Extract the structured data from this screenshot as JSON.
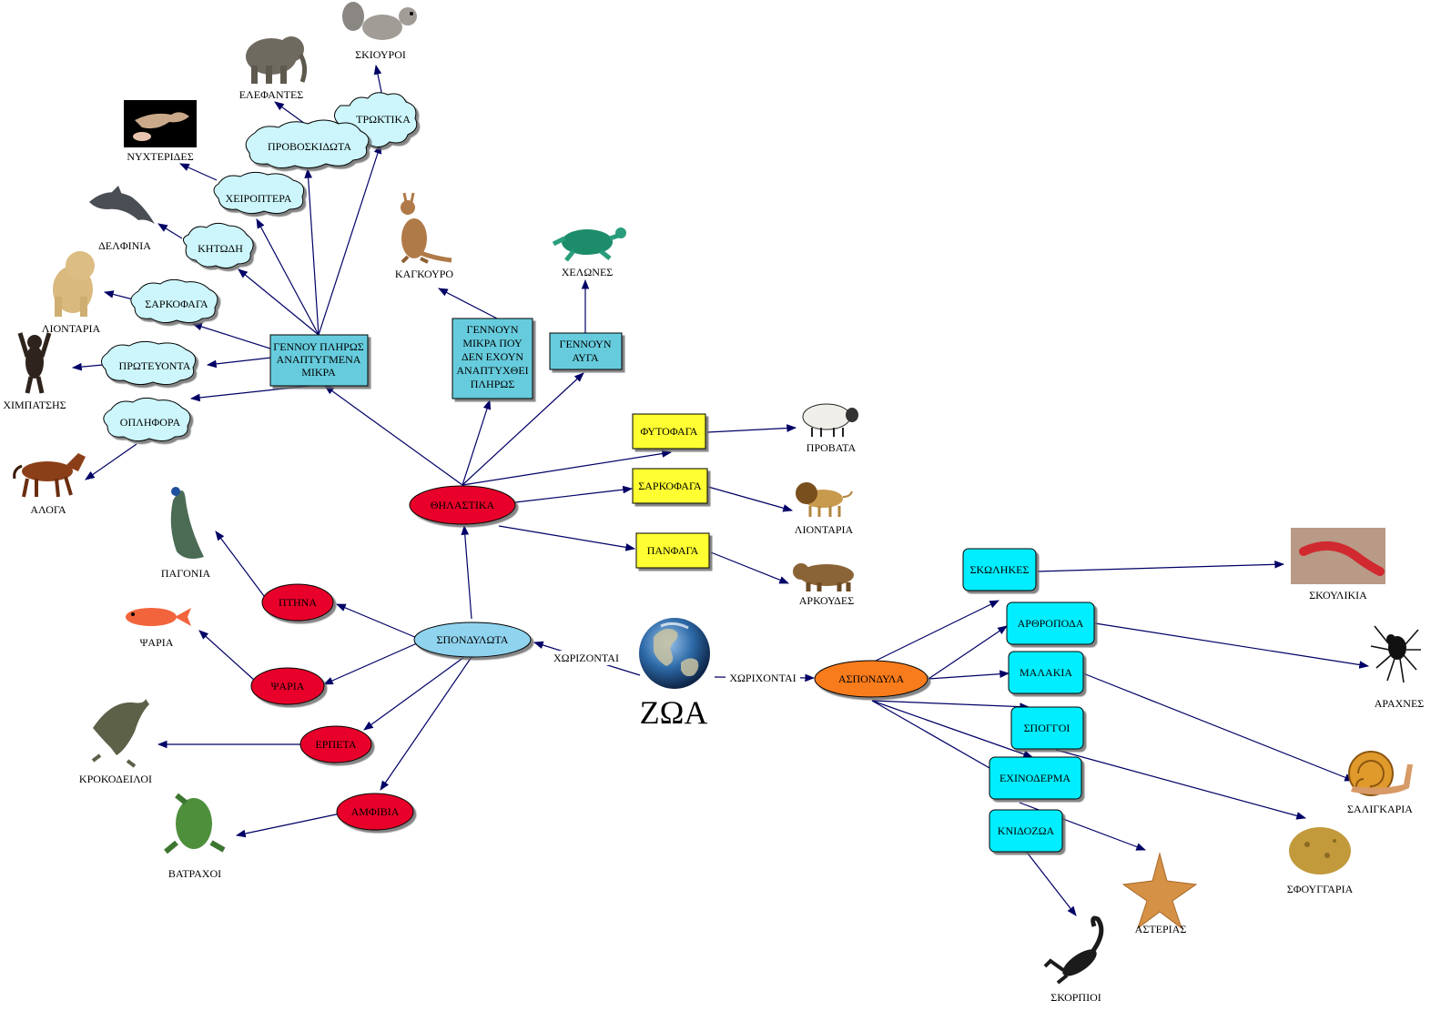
{
  "center": {
    "title": "ΖΩΑ",
    "icon": "earth-globe-icon"
  },
  "edges_text": {
    "divide_left": "ΧΩΡΙΖΟΝΤΑΙ",
    "divide_right": "ΧΩΡΙΧΟΝΤΑΙ"
  },
  "groups": {
    "vertebrates": "ΣΠΟΝΔΥΛΩΤΑ",
    "invertebrates": "ΑΣΠΟΝΔΥΛΑ"
  },
  "vertebrate_classes": {
    "mammals": "ΘΗΛΑΣΤΙΚΑ",
    "birds": "ΠΤΗΝΑ",
    "fish": "ΨΑΡΙΑ",
    "reptiles": "ΕΡΠΕΤΑ",
    "amphibians": "ΑΜΦΙΒΙΑ"
  },
  "mammal_groups": {
    "placental": [
      "ΓΕΝΝΟΥ ΠΛΗΡΩΣ",
      "ΑΝΑΠΤΥΓΜΕΝΑ",
      "ΜΙΚΡΑ"
    ],
    "marsupial": [
      "ΓΕΝΝΟΥΝ",
      "ΜΙΚΡΑ ΠΟΥ",
      "ΔΕΝ ΕΧΟΥΝ",
      "ΑΝΑΠΤΥΧΘΕΙ",
      "ΠΛΗΡΩΣ"
    ],
    "egg_laying": [
      "ΓΕΝΝΟΥΝ",
      "ΑΥΓΑ"
    ]
  },
  "diets": {
    "herbivores": "ΦΥΤΟΦΑΓΑ",
    "carnivores": "ΣΑΡΚΟΦΑΓΑ",
    "omnivores": "ΠΑΝΦΑΓΑ"
  },
  "orders": {
    "rodents": "ΤΡΩΚΤΙΚΑ",
    "proboscideans": "ΠΡΟΒΟΣΚΙΔΩΤΑ",
    "chiroptera": "ΧΕΙΡΟΠΤΕΡΑ",
    "cetaceans": "ΚΗΤΩΔΗ",
    "carnivora": "ΣΑΡΚΟΦΑΓΑ",
    "primates": "ΠΡΩΤΕΥΟΝΤΑ",
    "ungulates": "ΟΠΛΗΦΟΡΑ"
  },
  "invertebrate_phyla": {
    "worms": "ΣΚΩΛΗΚΕΣ",
    "arthropods": "ΑΡΘΡΟΠΟΔΑ",
    "molluscs": "ΜΑΛΑΚΙΑ",
    "sponges": "ΣΠΟΓΓΟΙ",
    "echinoderms": "ΕΧΙΝΟΔΕΡΜΑ",
    "cnidarians": "ΚΝΙΔΟΖΩΑ"
  },
  "examples": {
    "squirrels": "ΣΚΙΟΥΡΟΙ",
    "elephants": "ΕΛΕΦΑΝΤΕΣ",
    "bats": "ΝΥΧΤΕΡΙΔΕΣ",
    "dolphins": "ΔΕΛΦΙΝΙΑ",
    "lions_top": "ΛΙΟΝΤΑΡΙΑ",
    "chimps": "ΧΙΜΠΑΤΣΗΣ",
    "horses": "ΑΛΟΓΑ",
    "kangaroo": "ΚΑΓΚΟΥΡΟ",
    "turtles": "ΧΕΛΩΝΕΣ",
    "sheep": "ΠΡΟΒΑΤΑ",
    "lions_diet": "ΛΙΟΝΤΑΡΙΑ",
    "bears": "ΑΡΚΟΥΔΕΣ",
    "peacocks": "ΠΑΓΟΝΙΑ",
    "fish_ex": "ΨΑΡΙΑ",
    "crocodiles": "ΚΡΟΚΟΔΕΙΛΟΙ",
    "frogs": "ΒΑΤΡΑΧΟΙ",
    "earthworms": "ΣΚΟΥΛΙΚΙΑ",
    "spiders": "ΑΡΑΧΝΕΣ",
    "snails": "ΣΑΛΙΓΚΑΡΙΑ",
    "bath_sponge": "ΣΦΟΥΓΓΑΡΙΑ",
    "starfish": "ΑΣΤΕΡΙΑΣ",
    "scorpions": "ΣΚΟΡΠΙΟΙ"
  },
  "colors": {
    "red_node": "#e8002a",
    "blue_oval": "#8fd3ee",
    "orange_oval": "#f97b1e",
    "yellow_box": "#ffff33",
    "teal_box": "#66ccdd",
    "cyan_box": "#00eeff",
    "cloud": "#ccf6fb",
    "edge": "#000066"
  }
}
